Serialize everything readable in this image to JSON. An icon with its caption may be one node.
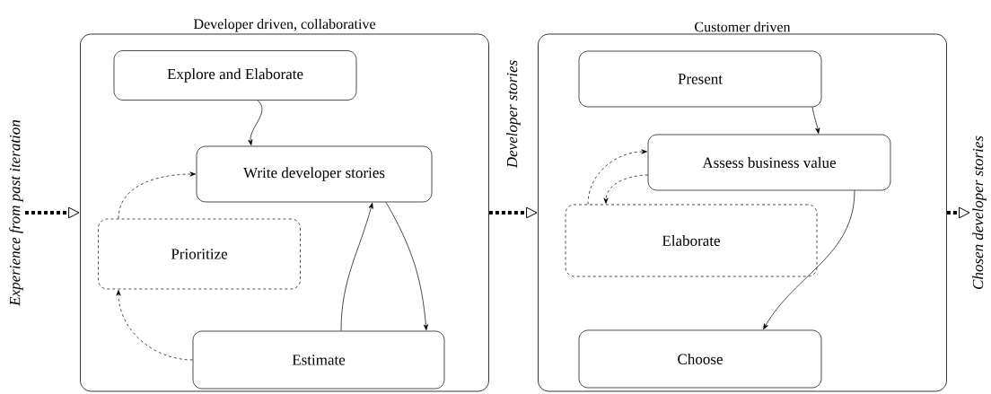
{
  "diagram": {
    "nodes": [
      {
        "text": [
          "Developer driven, collaborative"
        ]
      },
      {
        "text": [
          "Explore and Elaborate"
        ],
        "in": 0
      },
      {
        "text": [
          "Write developer stories"
        ],
        "in": 0
      },
      {
        "text": [
          "Prioritize"
        ],
        "in": 0
      },
      {
        "text": [
          "Estimate"
        ],
        "in": 0
      },
      {
        "text": [
          "Customer driven"
        ]
      },
      {
        "text": [
          "Present"
        ],
        "in": 5
      },
      {
        "text": [
          "Assess business value"
        ],
        "in": 5
      },
      {
        "text": [
          "Elaborate"
        ],
        "in": 5
      },
      {
        "text": [
          "Choose"
        ],
        "in": 5
      },
      {
        "text": [
          "Experience from past iteration"
        ]
      },
      {
        "text": [
          "Chosen developer stories"
        ]
      }
    ],
    "edges": [
      {
        "from": 1,
        "to": 2,
        "arrow": "to"
      },
      {
        "from": 2,
        "to": 4,
        "arrow": "to"
      },
      {
        "from": 4,
        "to": 2,
        "arrow": "to"
      },
      {
        "from": 4,
        "to": 3,
        "arrow": "to",
        "style": "dashed"
      },
      {
        "from": 3,
        "to": 2,
        "arrow": "to",
        "style": "dashed"
      },
      {
        "from": 6,
        "to": 7,
        "arrow": "to"
      },
      {
        "from": 7,
        "to": 8,
        "arrow": "to",
        "style": "dashed"
      },
      {
        "from": 8,
        "to": 7,
        "arrow": "to",
        "style": "dashed"
      },
      {
        "from": 7,
        "to": 9,
        "arrow": "to"
      },
      {
        "from": 10,
        "to": 0,
        "arrow": "to",
        "style": "dashed"
      },
      {
        "from": 0,
        "to": 5,
        "arrow": "to",
        "style": "dashed",
        "label": "Developer stories"
      },
      {
        "from": 5,
        "to": 11,
        "arrow": "to",
        "style": "dashed"
      }
    ]
  }
}
